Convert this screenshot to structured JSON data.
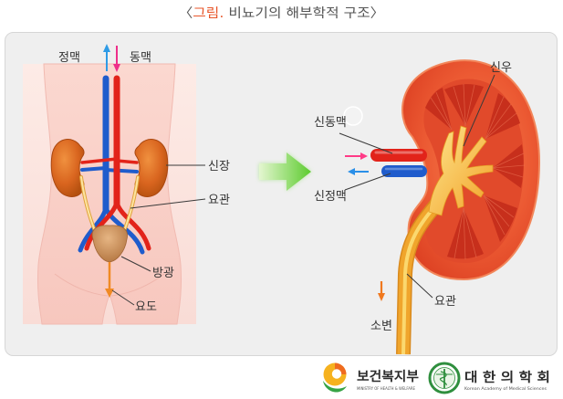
{
  "title": {
    "open": "〈",
    "highlight": "그림.",
    "rest": " 비뇨기의 해부학적 구조〉"
  },
  "body_view": {
    "vein_label": "정맥",
    "artery_label": "동맥",
    "kidney_label": "신장",
    "ureter_label": "요관",
    "bladder_label": "방광",
    "urethra_label": "요도"
  },
  "kidney_view": {
    "renal_pelvis_label": "신우",
    "renal_artery_label": "신동맥",
    "renal_vein_label": "신정맥",
    "ureter_label": "요관",
    "urine_label": "소변"
  },
  "footer_logos": {
    "ministry": {
      "name": "보건복지부",
      "english": "MINISTRY OF HEALTH & WELFARE"
    },
    "academy": {
      "name": "대 한 의 학 회",
      "english": "Korean Academy of Medical Sciences"
    }
  },
  "colors": {
    "accent": "#e8562a",
    "artery": "#e2231a",
    "vein": "#1f5ccc",
    "kidney": "#d9651f",
    "ureter": "#f0a52c",
    "flow_arrow": "#5ccb2e"
  },
  "icons": {
    "view_transition": "arrow-right-icon",
    "venous_flow": "arrow-up-icon",
    "arterial_flow": "arrow-down-icon",
    "urine_flow": "arrow-down-icon"
  }
}
